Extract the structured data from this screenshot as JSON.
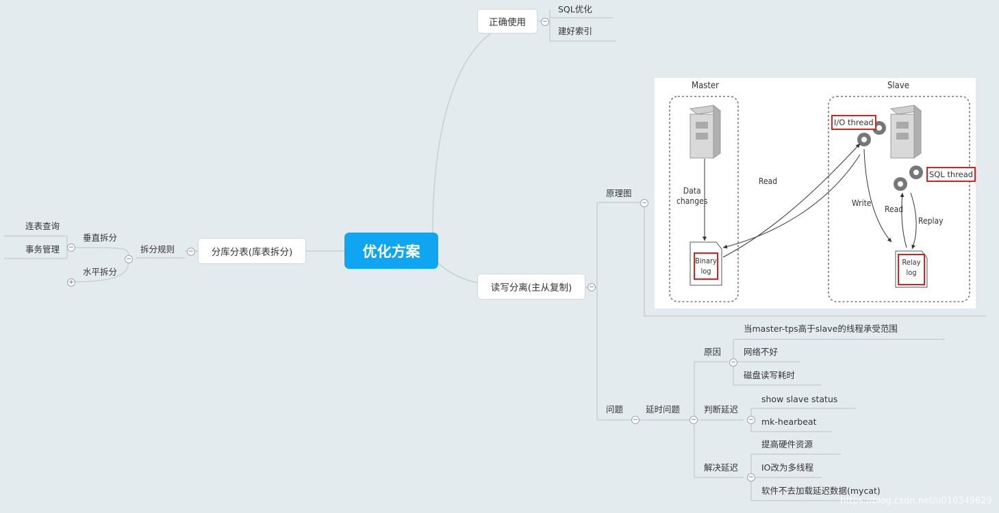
{
  "root": {
    "label": "优化方案"
  },
  "correct_use": {
    "label": "正确使用",
    "children": [
      "SQL优化",
      "建好索引"
    ]
  },
  "sharding": {
    "label": "分库分表(库表拆分)",
    "rule_label": "拆分规则",
    "vertical": {
      "label": "垂直拆分",
      "children": [
        "连表查询",
        "事务管理"
      ]
    },
    "horizontal": {
      "label": "水平拆分"
    }
  },
  "rw_split": {
    "label": "读写分离(主从复制)",
    "principle": {
      "label": "原理图"
    },
    "problem": {
      "label": "问题",
      "delay": {
        "label": "延时问题",
        "cause": {
          "label": "原因",
          "children": [
            "当master-tps高于slave的线程承受范围",
            "网络不好",
            "磁盘读写耗时"
          ]
        },
        "judge": {
          "label": "判断延迟",
          "children": [
            "show slave status",
            "mk-hearbeat"
          ]
        },
        "solve": {
          "label": "解决延迟",
          "children": [
            "提高硬件资源",
            "IO改为多线程",
            "软件不去加载延迟数据(mycat)"
          ]
        }
      }
    }
  },
  "diagram": {
    "master_title": "Master",
    "slave_title": "Slave",
    "data_changes": "Data\nchanges",
    "binary_log": "Binary\nlog",
    "relay_log": "Relay\nlog",
    "io_thread": "I/O thread",
    "sql_thread": "SQL thread",
    "read1": "Read",
    "write": "Write",
    "read2": "Read",
    "replay": "Replay"
  },
  "watermark": "https://blog.csdn.net/u010349629",
  "colors": {
    "root": "#10a5f0",
    "background": "#e4ebee",
    "line": "#c9d3d7",
    "highlight": "#c62828"
  },
  "icons": [
    "collapse-minus-icon",
    "expand-plus-icon",
    "server-icon",
    "gear-icon"
  ]
}
